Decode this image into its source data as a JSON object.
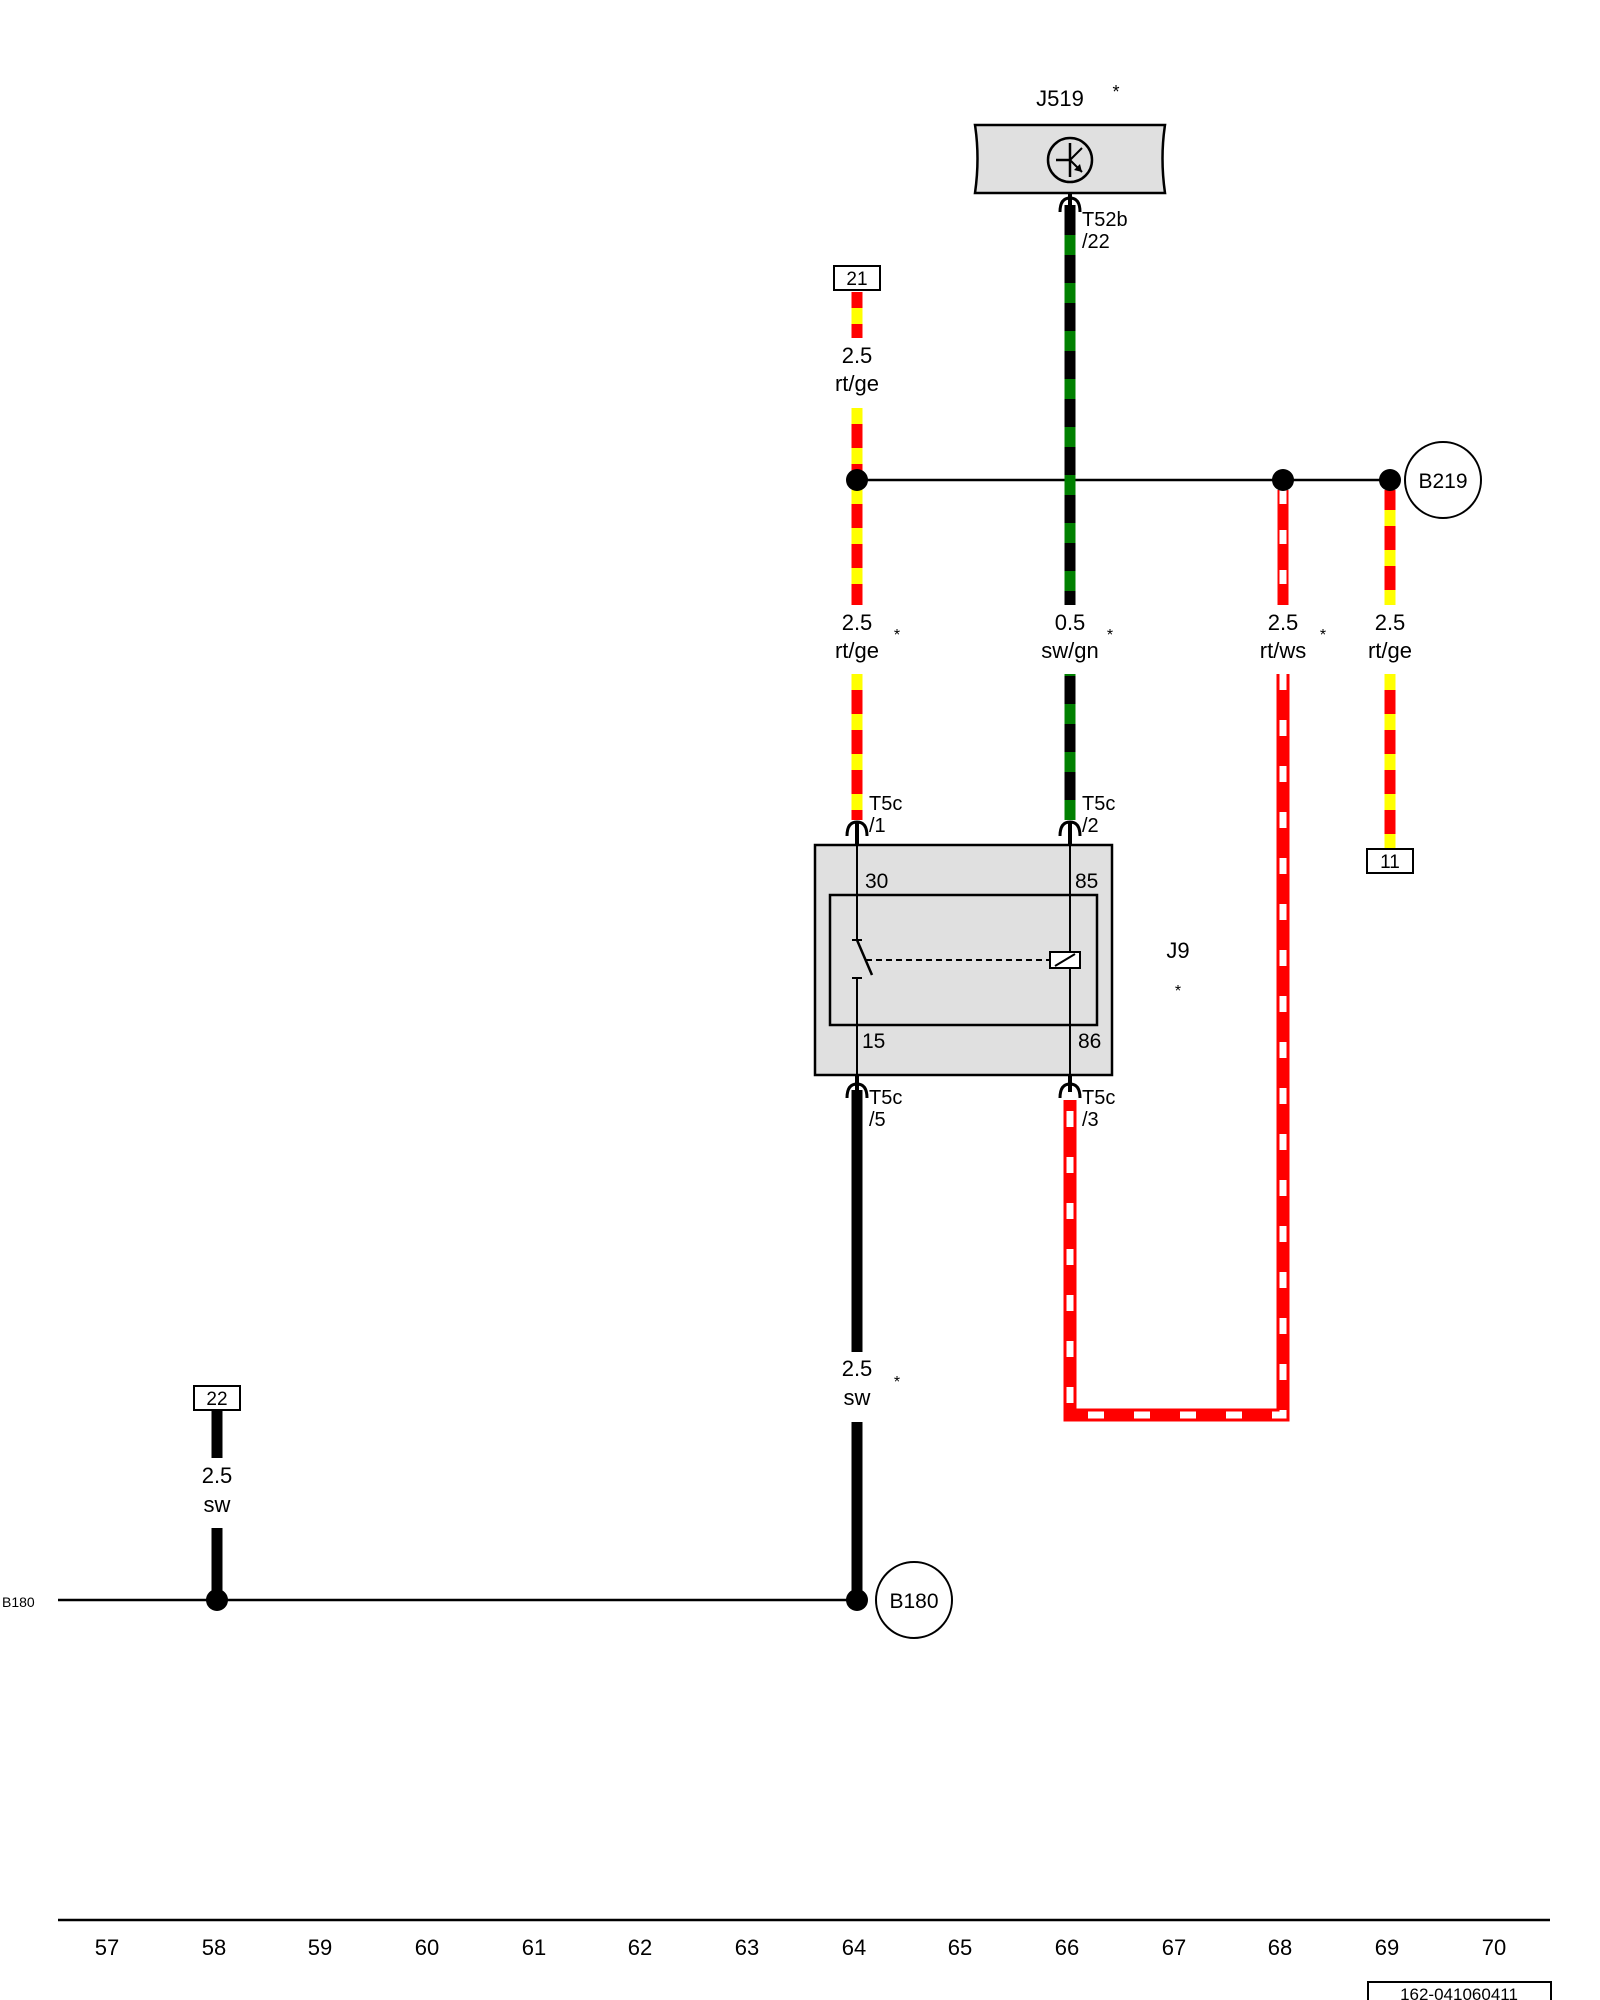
{
  "components": {
    "j519": {
      "label": "J519",
      "star": "*"
    },
    "j9": {
      "label": "J9",
      "star": "*",
      "pins": [
        "30",
        "85",
        "15",
        "86"
      ]
    },
    "b219": {
      "label": "B219"
    },
    "b180": {
      "label": "B180"
    },
    "b180_ref": {
      "label": "B180"
    }
  },
  "connectors": {
    "t52b_22": {
      "name": "T52b",
      "pin": "/22"
    },
    "t5c_1": {
      "name": "T5c",
      "pin": "/1"
    },
    "t5c_2": {
      "name": "T5c",
      "pin": "/2"
    },
    "t5c_5": {
      "name": "T5c",
      "pin": "/5"
    },
    "t5c_3": {
      "name": "T5c",
      "pin": "/3"
    }
  },
  "refs": {
    "ref_21": "21",
    "ref_11": "11",
    "ref_22": "22"
  },
  "wires": [
    {
      "id": "w_rtge_top",
      "size": "2.5",
      "color": "rt/ge",
      "star": ""
    },
    {
      "id": "w_rtge_mid",
      "size": "2.5",
      "color": "rt/ge",
      "star": "*"
    },
    {
      "id": "w_swgn",
      "size": "0.5",
      "color": "sw/gn",
      "star": "*"
    },
    {
      "id": "w_rtws",
      "size": "2.5",
      "color": "rt/ws",
      "star": "*"
    },
    {
      "id": "w_rtge_right",
      "size": "2.5",
      "color": "rt/ge",
      "star": ""
    },
    {
      "id": "w_sw_64",
      "size": "2.5",
      "color": "sw",
      "star": "*"
    },
    {
      "id": "w_sw_58",
      "size": "2.5",
      "color": "sw",
      "star": ""
    }
  ],
  "ruler": [
    "57",
    "58",
    "59",
    "60",
    "61",
    "62",
    "63",
    "64",
    "65",
    "66",
    "67",
    "68",
    "69",
    "70"
  ],
  "doc_id": "162-041060411",
  "colors": {
    "rt": "#ff0000",
    "ge": "#ffff00",
    "gn": "#008000",
    "sw": "#000000",
    "ws": "#ffffff",
    "component_fill": "#e0e0e0"
  }
}
